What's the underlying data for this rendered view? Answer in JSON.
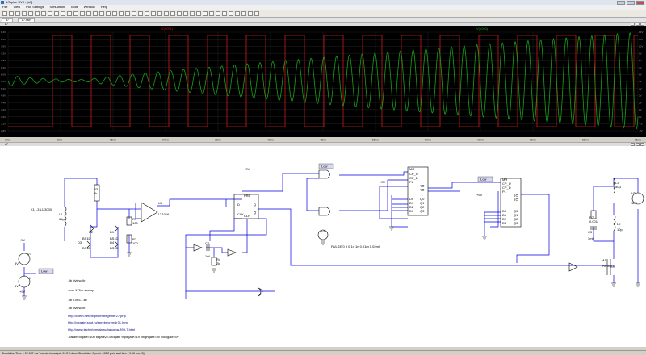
{
  "window": {
    "title": "LTspice XVII - [a7]"
  },
  "menu": [
    "File",
    "View",
    "Plot Settings",
    "Simulation",
    "Tools",
    "Window",
    "Help"
  ],
  "tabs": [
    "a7",
    "a7.raw"
  ],
  "plot": {
    "header_title": "a7",
    "trace_red": "V(n001)",
    "trace_green": "V(n003)",
    "y_ticks": [
      "8.4V",
      "8.0V",
      "7.6V",
      "7.2V",
      "6.8V",
      "6.4V",
      "6.0V",
      "5.6V",
      "5.2V",
      "4.8V",
      "4.4V",
      "4.0V",
      "3.6V",
      "3.2V",
      "2.8V"
    ],
    "y_ticks_right": [
      "12V",
      "11V",
      "10V",
      "9V",
      "8V",
      "7V",
      "6V",
      "5V",
      "4V",
      "3V",
      "2V",
      "1V",
      "0V",
      "-1V",
      "-2V"
    ],
    "x_ticks": [
      "0ms",
      "8ms",
      "16ms",
      "24ms",
      "32ms",
      "40ms",
      "48ms",
      "56ms",
      "64ms",
      "72ms",
      "80ms",
      "88ms",
      "96ms"
    ],
    "colors": {
      "background": "#000000",
      "red": "#d01818",
      "green": "#19a019",
      "grid": "#3a3a3a",
      "tick_text": "#9a9a9a"
    }
  },
  "schematic": {
    "header_title": "a7",
    "labels": {
      "lw1": "Low",
      "lw2": "Low",
      "lw3": "Low",
      "p9v": "+9V",
      "p5v_a": "+5V",
      "p5v_b": "+5V",
      "p5v_c": "+5V",
      "p9v_b": "+9V",
      "r3": "R3",
      "r3v": "5k",
      "r1": "R1",
      "r1v": "100",
      "r2": "R2",
      "r2v": "100",
      "l1": "L1",
      "l1v": "65µ",
      "coupling": "K1 L3 L1 3000",
      "d1": "D1",
      "d2": "D2",
      "d3": "D3",
      "d4": "D4",
      "bsd1": "BS1D",
      "bsd2": "BS1D",
      "bsd3": "BS1D",
      "bsd4": "BS1D",
      "u6": "U6",
      "lt": "LT1016",
      "pre": "PRE",
      "d": "D",
      "clk": "CLK",
      "clr": "CLR",
      "q": "Q",
      "qb": "Q̅",
      "c2": "C2",
      "c2v": "1nf",
      "r4": "R4",
      "r4v": "2k",
      "v1": "V1",
      "pulse": "PULSE(0 5 0 1n 1n 0.01m 0.02m)",
      "v3": "V3",
      "v3v": "5V",
      "v4": "V4",
      "v4v": "5V",
      "mr": "MR",
      "cpu": "CP_U",
      "cpd": "CP_D",
      "pl": "PL",
      "tcu": "TC̅",
      "tcd": "TC̅",
      "d0": "D0",
      "dd1": "D1",
      "dd2": "D2",
      "dd3": "D3",
      "q0": "Q0",
      "q1": "Q1",
      "q2": "Q2",
      "q3": "Q3",
      "mr2": "MR",
      "cpu2": "CP_U",
      "cpd2": "CP_D",
      "pl2": "PL",
      "tcu2": "TC̅",
      "tcd2": "TC̅",
      "d02": "D0",
      "d12": "D1",
      "d22": "D2",
      "d32": "D3",
      "q02": "Q0",
      "q12": "Q1",
      "q22": "Q2",
      "q32": "Q3",
      "l3": "L3",
      "l3v": "50µ",
      "v5": "V5",
      "v5v": "12V",
      "r7": "R7",
      "r7v": "0.001",
      "l2": "L2",
      "l2v": "10p",
      "c3": "C3",
      "c3v": "3mf",
      "m1": "M1",
      "m1v": "IRF530"
    },
    "directives": [
      ".lib dview.lib",
      ".tran 170m startup",
      ".lib 74HCT.lib",
      ".lib dview.lib"
    ],
    "links": [
      "http://cxem.net/beginner/beginner27.php",
      "http://vicgain.sdot.ru/sprebr/crendir31.htm",
      "http://www.technformula.ru/frakoma-899-7.html"
    ],
    "param": ".param tdgate=10n tdgate2=3*tdgate tripdgate=1n vhighgate=5v vlowgate=0v",
    "colors": {
      "wire": "#0000e0",
      "component": "#000000",
      "label_bg": "#d8d8f0",
      "directive": "#000080"
    }
  },
  "status": "Simulation Time = 22.087 ms   Transient Analysis 99.2% done   Simulation Speed: 493.2 µs/s wall time   [ 9.96 ms / 5]"
}
